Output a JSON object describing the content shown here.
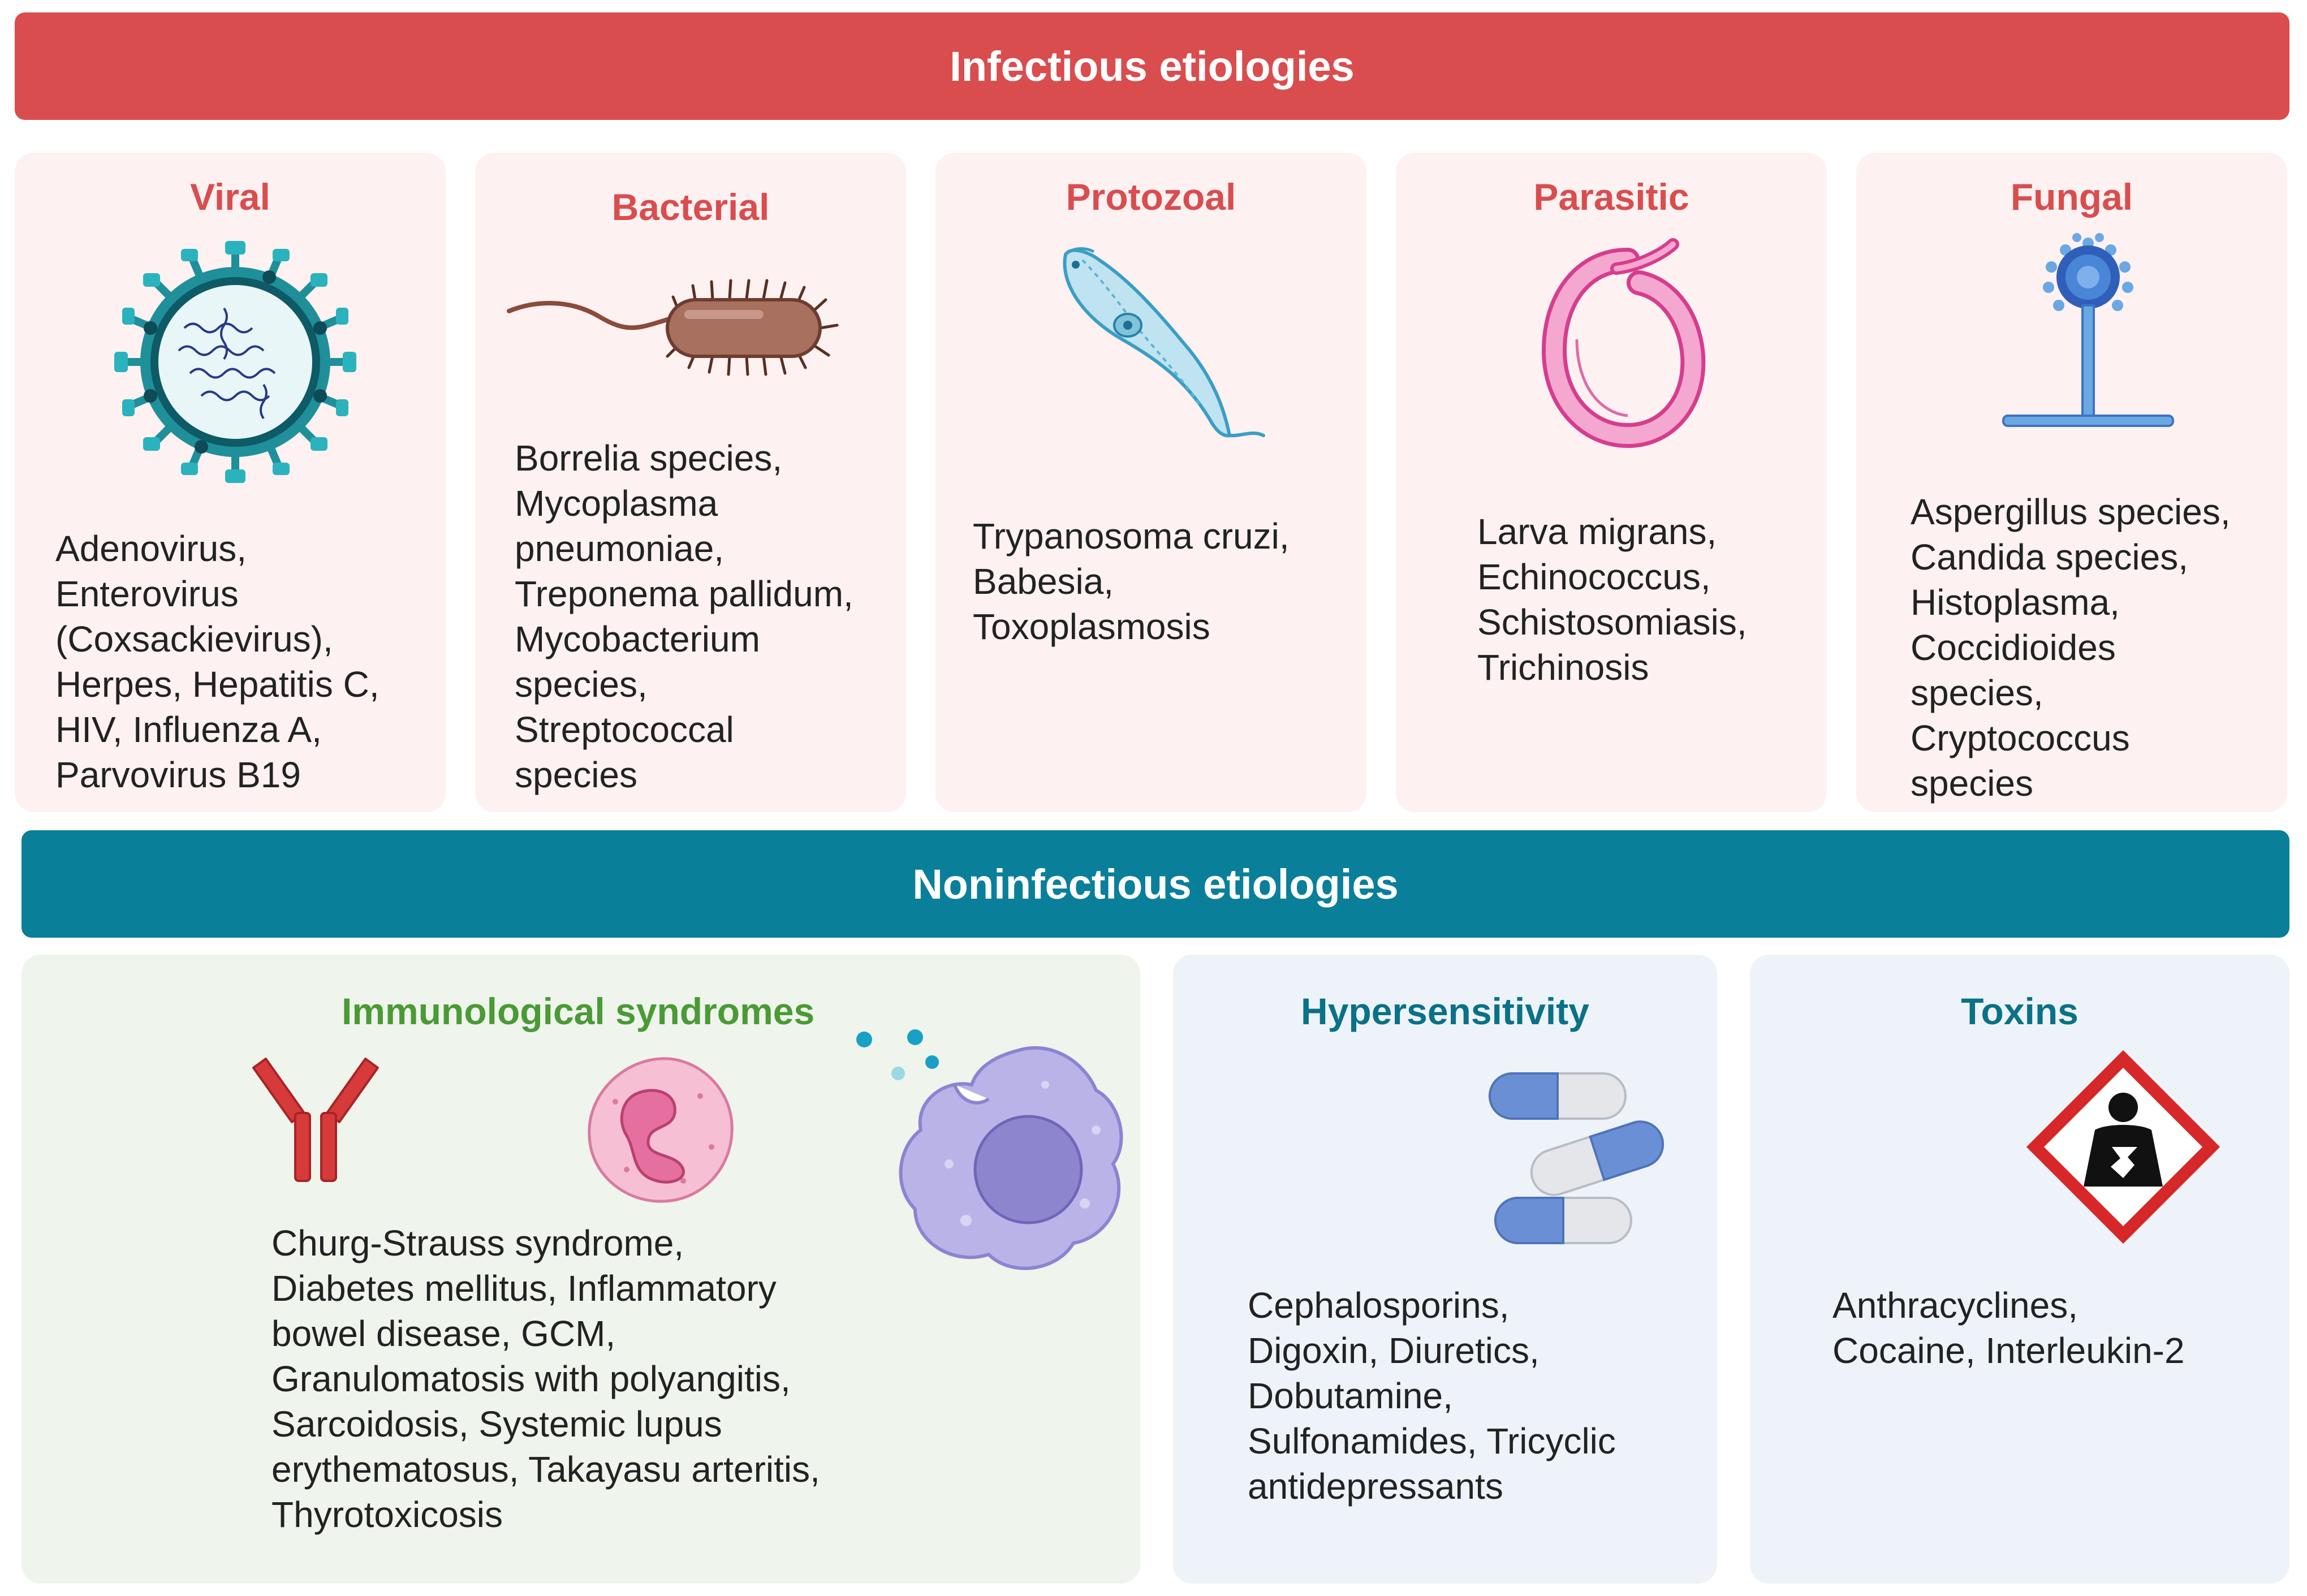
{
  "infectious": {
    "title": "Infectious etiologies",
    "cards": [
      {
        "title": "Viral",
        "icon": "virus-icon",
        "text": "Adenovirus,\nEnterovirus\n(Coxsackievirus),\nHerpes, Hepatitis C,\nHIV, Influenza A,\nParvovirus B19"
      },
      {
        "title": "Bacterial",
        "icon": "bacterium-icon",
        "text": "Borrelia species,\nMycoplasma\npneumoniae,\nTreponema pallidum,\nMycobacterium\nspecies,\nStreptococcal\nspecies"
      },
      {
        "title": "Protozoal",
        "icon": "protozoan-icon",
        "text": "Trypanosoma cruzi,\nBabesia,\nToxoplasmosis"
      },
      {
        "title": "Parasitic",
        "icon": "worm-icon",
        "text": "Larva migrans,\nEchinococcus,\nSchistosomiasis,\nTrichinosis"
      },
      {
        "title": "Fungal",
        "icon": "fungus-icon",
        "text": "Aspergillus species,\nCandida species,\nHistoplasma,\nCoccidioides\nspecies,\nCryptococcus\nspecies"
      }
    ]
  },
  "noninfectious": {
    "title": "Noninfectious etiologies",
    "cards": [
      {
        "title": "Immunological syndromes",
        "icons": [
          "antibody-icon",
          "neutrophil-icon",
          "macrophage-icon"
        ],
        "text": "Churg-Strauss syndrome,\nDiabetes mellitus, Inflammatory\nbowel disease, GCM,\nGranulomatosis with polyangitis,\nSarcoidosis, Systemic lupus\nerythematosus, Takayasu arteritis,\nThyrotoxicosis"
      },
      {
        "title": "Hypersensitivity",
        "icon": "capsules-icon",
        "text": "Cephalosporins,\nDigoxin, Diuretics,\nDobutamine,\nSulfonamides, Tricyclic\nantidepressants"
      },
      {
        "title": "Toxins",
        "icon": "health-hazard-icon",
        "text": "Anthracyclines,\nCocaine, Interleukin-2"
      }
    ]
  },
  "colors": {
    "infectious_banner": "#d94d4f",
    "noninfectious_banner": "#0a7f9a",
    "infectious_card_bg": "#fdf1f1",
    "immuno_card_bg": "#eff4ec",
    "other_card_bg": "#edf3f8",
    "immuno_title": "#4a9a35",
    "teal_title": "#0a7187"
  }
}
